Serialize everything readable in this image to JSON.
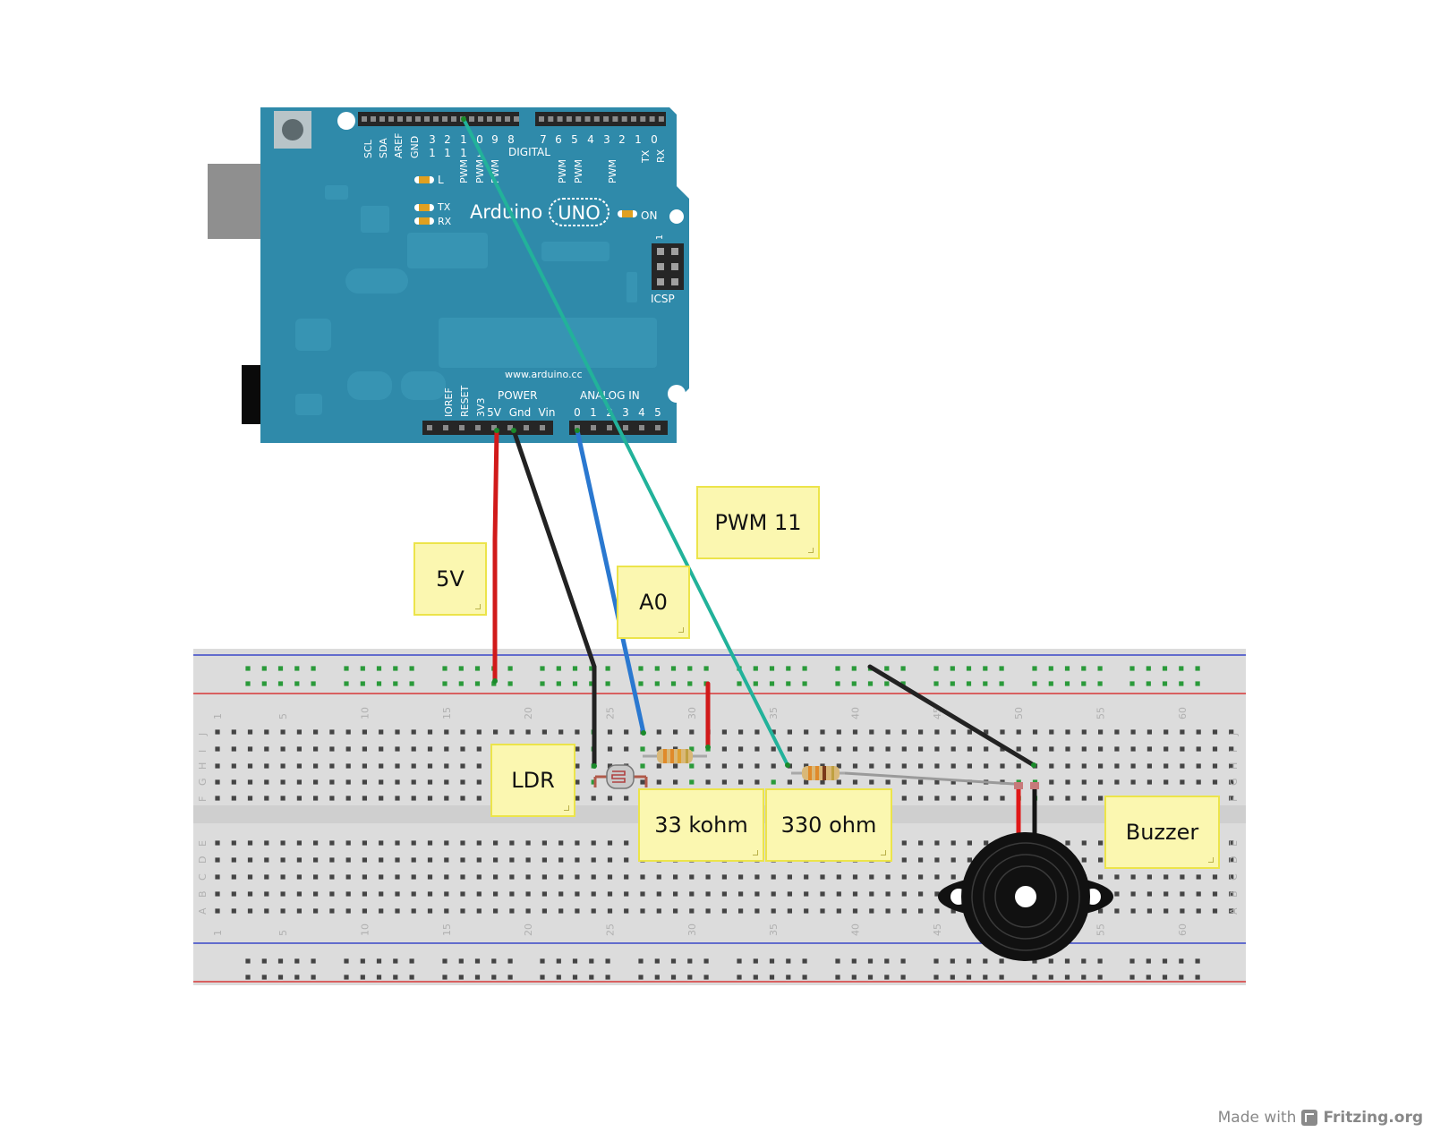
{
  "arduino": {
    "brand": "Arduino",
    "model": "UNO",
    "url": "www.arduino.cc",
    "on_label": "ON",
    "l_label": "L",
    "tx_label": "TX",
    "rx_label": "RX",
    "icsp_label": "ICSP",
    "icsp_pin1": "1",
    "digital_label": "DIGITAL",
    "power_label": "POWER",
    "analog_label": "ANALOG IN",
    "top_side_labels": [
      "SCL",
      "SDA",
      "AREF",
      "GND"
    ],
    "top_nums_row1": [
      "3",
      "2",
      "1",
      "0",
      "9",
      "8",
      "7",
      "6",
      "5",
      "4",
      "3",
      "2",
      "1",
      "0"
    ],
    "top_nums_row2": [
      "1",
      "1",
      "1",
      "1"
    ],
    "pwm_label": "PWM",
    "tx_rx_vertical": [
      "TX",
      "RX"
    ],
    "power_vertical": [
      "IOREF",
      "RESET",
      "3V3"
    ],
    "power_pins": [
      "5V",
      "Gnd",
      "Vin"
    ],
    "analog_pins": [
      "0",
      "1",
      "2",
      "3",
      "4",
      "5"
    ]
  },
  "breadboard": {
    "column_numbers": [
      "1",
      "5",
      "10",
      "15",
      "20",
      "25",
      "30",
      "35",
      "40",
      "45",
      "50",
      "55",
      "60"
    ],
    "top_row_letters": [
      "J",
      "I",
      "H",
      "G",
      "F"
    ],
    "bottom_row_letters": [
      "E",
      "D",
      "C",
      "B",
      "A"
    ]
  },
  "notes": {
    "five_v": "5V",
    "a0": "A0",
    "pwm11": "PWM 11",
    "ldr": "LDR",
    "r33k": "33 kohm",
    "r330": "330 ohm",
    "buzzer": "Buzzer"
  },
  "footer": {
    "made_with": "Made with",
    "brand": "Fritzing.org"
  },
  "colors": {
    "board": "#2f8aaa",
    "wire_5v": "#d11a1a",
    "wire_gnd": "#222222",
    "wire_a0": "#2a78d0",
    "wire_pwm": "#22b29a",
    "note_bg": "#fbf7b0"
  }
}
